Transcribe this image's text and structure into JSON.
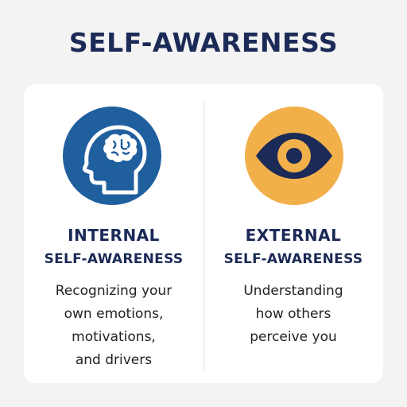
{
  "title": "SELF-AWARENESS",
  "colors": {
    "navy": "#1b2a57",
    "internal_icon_bg": "#1f5f9e",
    "external_icon_bg": "#f2b04b",
    "eye": "#1b2a57"
  },
  "internal": {
    "icon": "brain-head-icon",
    "heading_line1": "INTERNAL",
    "heading_line2": "SELF-AWARENESS",
    "description": [
      "Recognizing your",
      "own emotions,",
      "motivations,",
      "and drivers"
    ]
  },
  "external": {
    "icon": "eye-icon",
    "heading_line1": "EXTERNAL",
    "heading_line2": "SELF-AWARENESS",
    "description": [
      "Understanding",
      "how others",
      "perceive you"
    ]
  }
}
